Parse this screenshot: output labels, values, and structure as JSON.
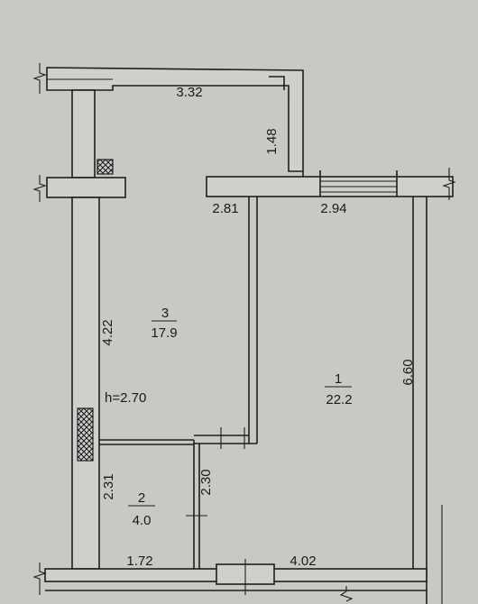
{
  "rooms": [
    {
      "number": "3",
      "area": "17.9"
    },
    {
      "number": "1",
      "area": "22.2"
    },
    {
      "number": "2",
      "area": "4.0"
    }
  ],
  "ceiling_height": "h=2.70",
  "dimensions": {
    "balcony_width": "3.32",
    "balcony_depth": "1.48",
    "room3_width": "2.81",
    "room1_width": "2.94",
    "room3_length": "4.22",
    "room1_length": "6.60",
    "room2_length": "2.31",
    "partition_length": "2.30",
    "room2_width": "1.72",
    "hall_width": "4.02"
  }
}
